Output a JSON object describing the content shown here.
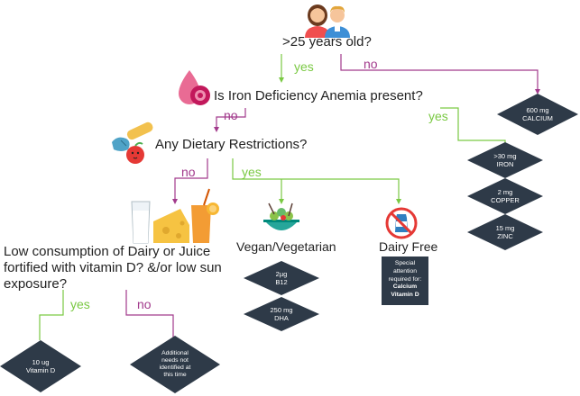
{
  "questions": {
    "age": ">25 years old?",
    "iron": "Is Iron Deficiency Anemia present?",
    "dietary": "Any Dietary Restrictions?",
    "dairy_line1": "Low consumption of Dairy or Juice",
    "dairy_line2": "fortified with vitamin D? &/or low sun",
    "dairy_line3": "exposure?"
  },
  "branches": {
    "age_yes": "yes",
    "age_no": "no",
    "iron_yes": "yes",
    "iron_no": "no",
    "dietary_yes": "yes",
    "dietary_no": "no",
    "dairy_yes": "yes",
    "dairy_no": "no"
  },
  "categories": {
    "vegan": "Vegan/Vegetarian",
    "dairy_free": "Dairy Free"
  },
  "nutrients": {
    "calcium_amount": "600 mg",
    "calcium_name": "CALCIUM",
    "iron_amount": ">30 mg",
    "iron_name": "IRON",
    "copper_amount": "2 mg",
    "copper_name": "COPPER",
    "zinc_amount": "15 mg",
    "zinc_name": "ZINC",
    "b12_amount": "2µg",
    "b12_name": "B12",
    "dha_amount": "250 mg",
    "dha_name": "DHA",
    "vitd_amount": "10 ug",
    "vitd_name": "Vitamin D",
    "additional_line1": "Additional",
    "additional_line2": "needs not",
    "additional_line3": "identified at",
    "additional_line4": "this time"
  },
  "dairy_free_box": {
    "line1": "Special",
    "line2": "attention",
    "line3": "required for:",
    "bold1": "Calcium",
    "bold2": "Vitamin D"
  },
  "icons": [
    "people-icon",
    "blood-drop-icon",
    "food-icon",
    "dairy-drinks-icon",
    "salad-bowl-icon",
    "no-milk-icon"
  ],
  "colors": {
    "yes": "#7ac943",
    "no": "#a23a8c",
    "node": "#2e3a48"
  }
}
